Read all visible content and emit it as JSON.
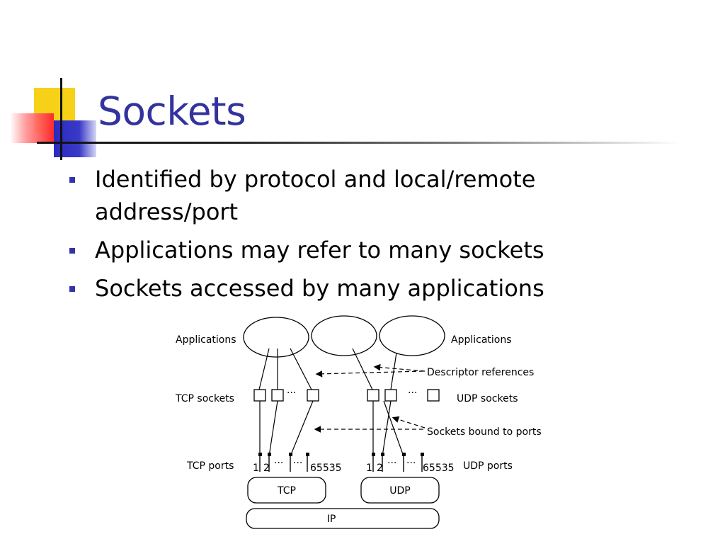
{
  "slide": {
    "title": "Sockets",
    "bullets": [
      "Identified by protocol and local/remote address/port",
      "Applications may refer to many sockets",
      "Sockets accessed by many applications"
    ]
  },
  "diagram": {
    "labels": {
      "applications_left": "Applications",
      "applications_right": "Applications",
      "descriptor_references": "Descriptor references",
      "tcp_sockets": "TCP sockets",
      "udp_sockets": "UDP sockets",
      "sockets_bound": "Sockets bound to ports",
      "tcp_ports": "TCP ports",
      "udp_ports": "UDP ports"
    },
    "port_labels": {
      "tcp_1": "1",
      "tcp_2": "2",
      "tcp_max": "65535",
      "udp_1": "1",
      "udp_2": "2",
      "udp_max": "65535",
      "ellipsis": "···"
    },
    "protocols": {
      "tcp": "TCP",
      "udp": "UDP",
      "ip": "IP"
    }
  },
  "colors": {
    "title": "#33339e",
    "bullet_marker": "#3333aa",
    "deco_yellow": "#f7d117",
    "deco_red": "#ff2a2a",
    "deco_blue": "#2a2abf"
  }
}
